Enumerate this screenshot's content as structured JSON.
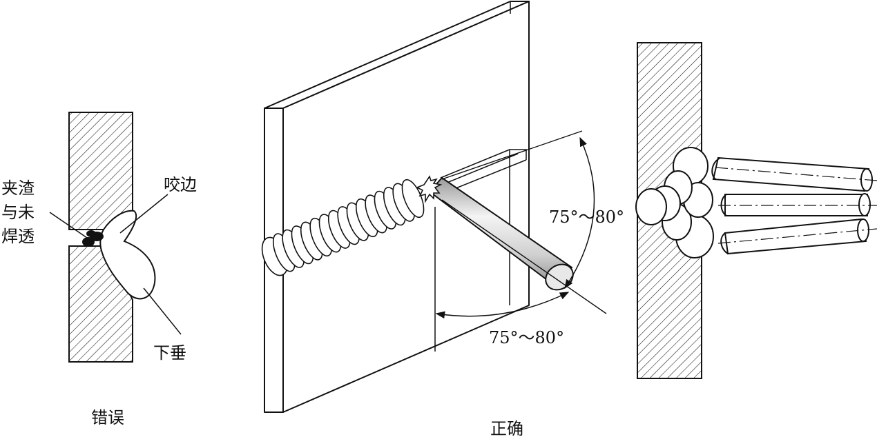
{
  "labels": {
    "slag_line1": "夹渣",
    "slag_line2": "与未",
    "slag_line3": "焊透",
    "undercut": "咬边",
    "sag": "下垂",
    "wrong": "错误",
    "correct": "正确",
    "angle_vertical": "75°～80°",
    "angle_horizontal": "75°～80°"
  },
  "colors": {
    "line": "#111111",
    "background": "#ffffff",
    "rod_light": "#f4f4f4",
    "rod_dark": "#9a9a9a"
  }
}
